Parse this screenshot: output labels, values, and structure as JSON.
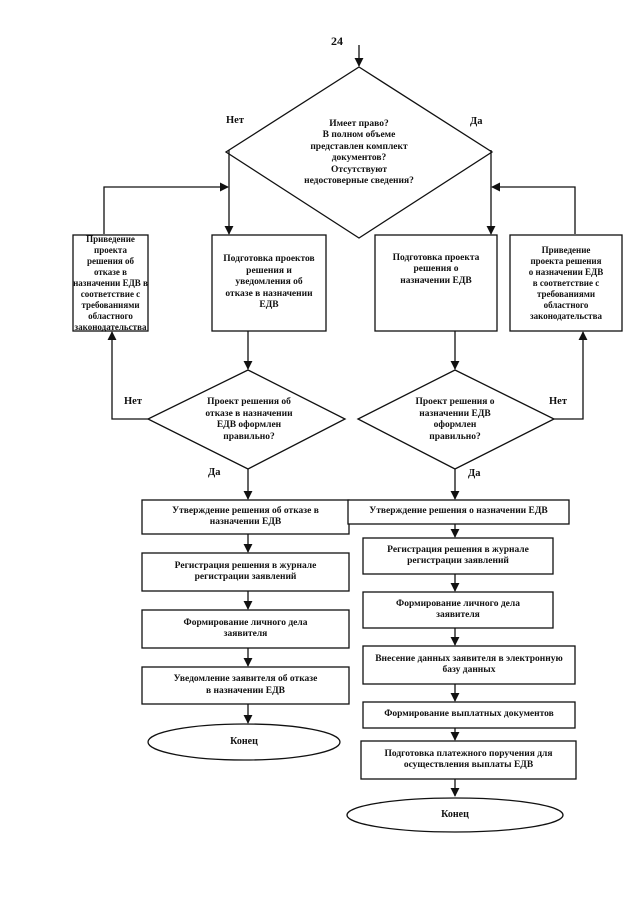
{
  "page_number": "24",
  "top_decision": {
    "text": "Имеет право?\nВ полном объеме\nпредставлен комплект\nдокументов?\nОтсутствуют\nнедостоверные сведения?",
    "no_label": "Нет",
    "yes_label": "Да"
  },
  "left_branch": {
    "bring_box": "Приведение проекта\nрешения об отказе в\nназначении ЕДВ в\nсоответствие с\nтребованиями\nобластного\nзаконодательства",
    "prepare_box": "Подготовка проектов\nрешения и\nуведомления об\nотказе в назначении\nЕДВ",
    "check_decision": "Проект решения об\nотказе в назначении\nЕДВ оформлен\nправильно?",
    "no_label": "Нет",
    "yes_label": "Да",
    "steps": [
      "Утверждение решения об отказе в\nназначении ЕДВ",
      "Регистрация решения в журнале\nрегистрации заявлений",
      "Формирование личного дела\nзаявителя",
      "Уведомление заявителя об отказе\nв назначении ЕДВ"
    ],
    "end": "Конец"
  },
  "right_branch": {
    "bring_box": "Приведение\nпроекта решения\nо назначении ЕДВ\nв соответствие с\nтребованиями\nобластного\nзаконодательства",
    "prepare_box": "Подготовка проекта\nрешения о\nназначении ЕДВ",
    "check_decision": "Проект решения о\nназначении ЕДВ\nоформлен\nправильно?",
    "no_label": "Нет",
    "yes_label": "Да",
    "steps": [
      "Утверждение решения о назначении ЕДВ",
      "Регистрация решения в журнале\nрегистрации заявлений",
      "Формирование личного дела\nзаявителя",
      "Внесение данных заявителя в электронную\nбазу данных",
      "Формирование выплатных документов",
      "Подготовка платежного поручения для\nосуществления выплаты ЕДВ"
    ],
    "end": "Конец"
  }
}
